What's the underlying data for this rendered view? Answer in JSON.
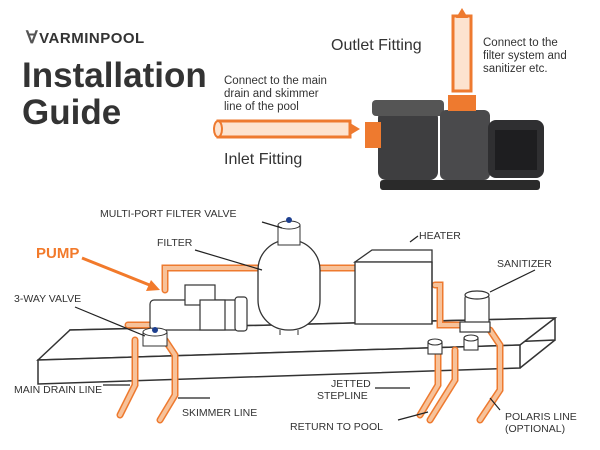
{
  "brand": "VARMINPOOL",
  "title_line1": "Installation",
  "title_line2": "Guide",
  "fittings": {
    "outlet_label": "Outlet Fitting",
    "outlet_note": [
      "Connect to the",
      "filter system and",
      "sanitizer etc."
    ],
    "inlet_label": "Inlet Fitting",
    "inlet_note": [
      "Connect to the main",
      "drain and skimmer",
      "line of the pool"
    ]
  },
  "components": {
    "multiport": "MULTI-PORT FILTER VALVE",
    "filter": "FILTER",
    "heater": "HEATER",
    "pump": "PUMP",
    "sanitizer": "SANITIZER",
    "three_way": "3-WAY VALVE"
  },
  "lines": {
    "main_drain": "MAIN DRAIN LINE",
    "skimmer": "SKIMMER LINE",
    "jetted_1": "JETTED",
    "jetted_2": "STEPLINE",
    "return_pool": "RETURN TO POOL",
    "polaris_1": "POLARIS LINE",
    "polaris_2": "(OPTIONAL)"
  },
  "colors": {
    "pipe": "#f5b27e",
    "pipe_edge": "#ee7a2f",
    "accent": "#f27a2b",
    "text": "#333333"
  }
}
